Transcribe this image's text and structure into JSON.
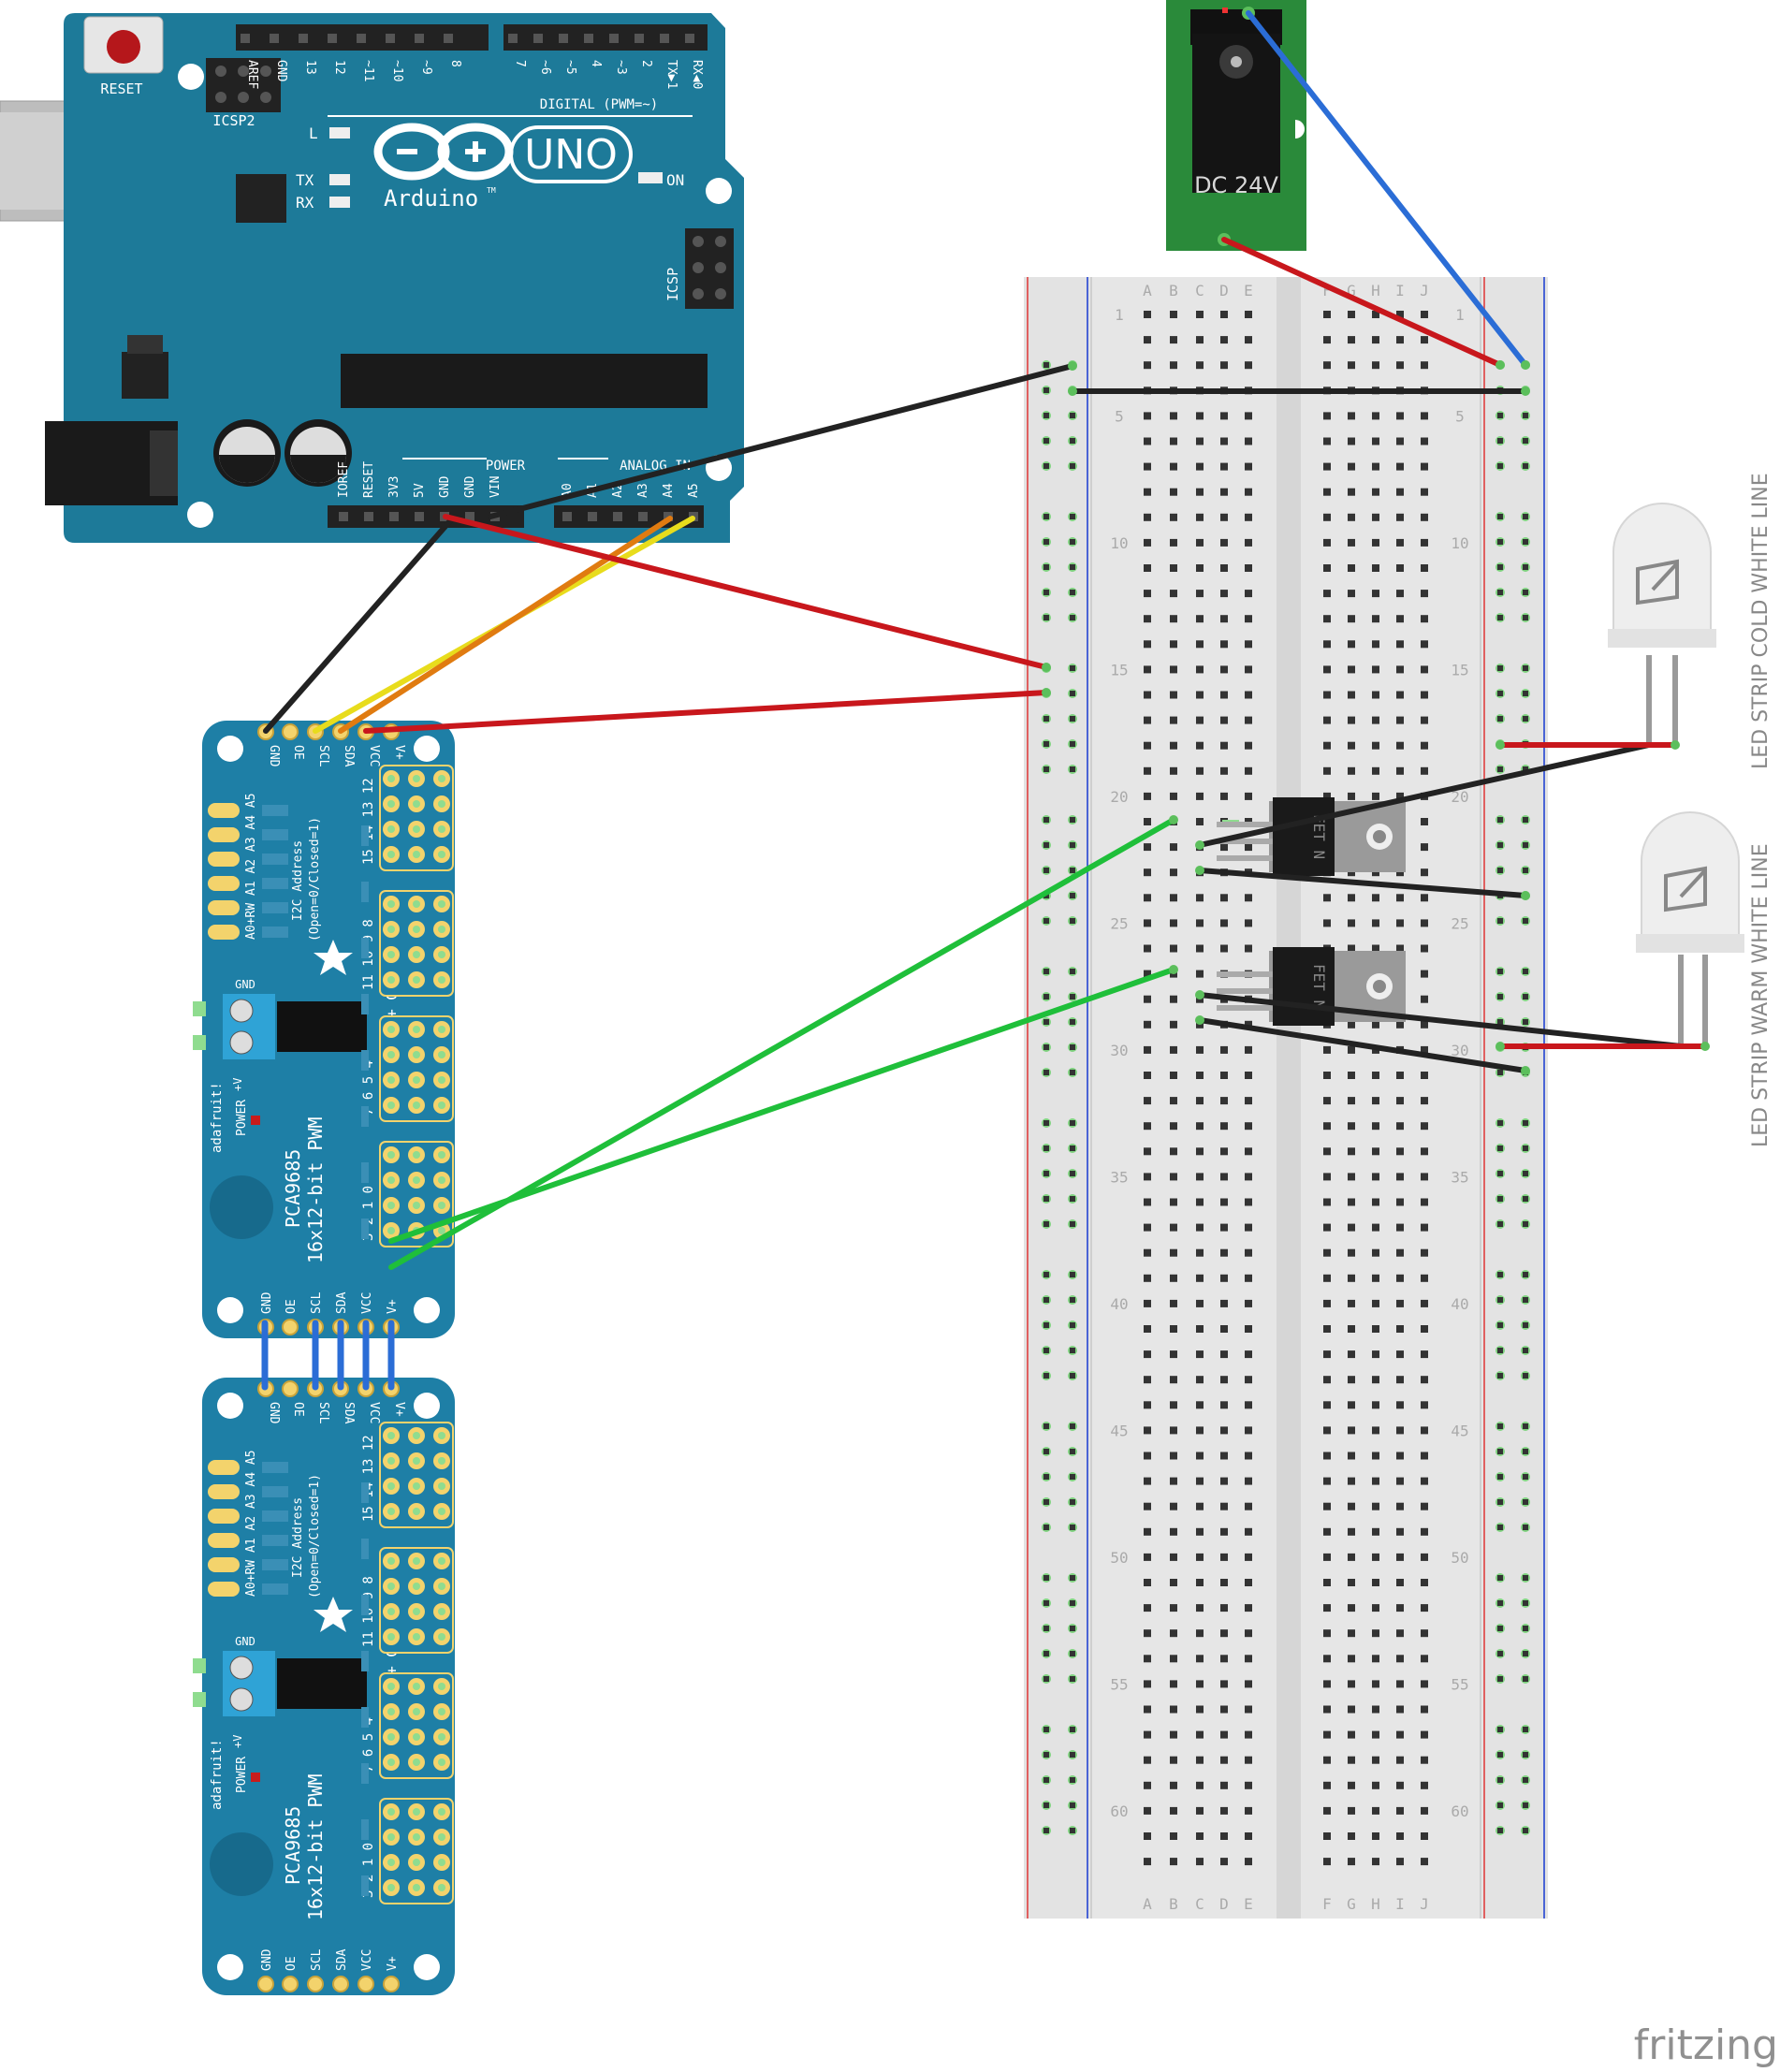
{
  "arduino": {
    "reset": "RESET",
    "icsp2": "ICSP2",
    "icsp": "ICSP",
    "brand": "Arduino",
    "tm": "TM",
    "model": "UNO",
    "on": "ON",
    "l": "L",
    "tx": "TX",
    "rx": "RX",
    "digital": "DIGITAL (PWM=~)",
    "power": "POWER",
    "analog": "ANALOG IN",
    "digital_pins": [
      "AREF",
      "GND",
      "13",
      "12",
      "~11",
      "~10",
      "~9",
      "8",
      "7",
      "~6",
      "~5",
      "4",
      "~3",
      "2",
      "TX▶1",
      "RX◀0"
    ],
    "power_pins": [
      "IOREF",
      "RESET",
      "3V3",
      "5V",
      "GND",
      "GND",
      "VIN"
    ],
    "analog_pins": [
      "A0",
      "A1",
      "A2",
      "A3",
      "A4",
      "A5"
    ]
  },
  "dc_jack": {
    "label": "DC 24V"
  },
  "breadboard": {
    "left_cols": [
      "A",
      "B",
      "C",
      "D",
      "E"
    ],
    "right_cols": [
      "F",
      "G",
      "H",
      "I",
      "J"
    ],
    "row_numbers": [
      "1",
      "5",
      "10",
      "15",
      "20",
      "25",
      "30",
      "35",
      "40",
      "45",
      "50",
      "55",
      "60"
    ]
  },
  "fets": [
    {
      "label": "FET N"
    },
    {
      "label": "FET N"
    }
  ],
  "pwm_boards": [
    {
      "top_pins": [
        "GND",
        "OE",
        "SCL",
        "SDA",
        "VCC",
        "V+"
      ],
      "bottom_pins": [
        "GND",
        "OE",
        "SCL",
        "SDA",
        "VCC",
        "V+"
      ],
      "addr_pads": [
        "A0+RW",
        "A1",
        "A2",
        "A3",
        "A4",
        "A5"
      ],
      "i2c_line1": "I2C Address",
      "i2c_line2": "(Open=0/Closed=1)",
      "title_line1": "PCA9685",
      "title_line2": "16x12-bit PWM",
      "brand": "adafruit!",
      "power": "POWER",
      "gnd": "GND",
      "plus": "+V",
      "pwm_labels": [
        "PWM",
        "V+",
        "GND"
      ],
      "channels": [
        "15",
        "14",
        "13",
        "12",
        "11",
        "10",
        "9",
        "8",
        "7",
        "6",
        "5",
        "4",
        "3",
        "2",
        "1",
        "0"
      ]
    },
    {
      "top_pins": [
        "GND",
        "OE",
        "SCL",
        "SDA",
        "VCC",
        "V+"
      ],
      "bottom_pins": [
        "GND",
        "OE",
        "SCL",
        "SDA",
        "VCC",
        "V+"
      ],
      "addr_pads": [
        "A0+RW",
        "A1",
        "A2",
        "A3",
        "A4",
        "A5"
      ],
      "i2c_line1": "I2C Address",
      "i2c_line2": "(Open=0/Closed=1)",
      "title_line1": "PCA9685",
      "title_line2": "16x12-bit PWM",
      "brand": "adafruit!",
      "power": "POWER",
      "gnd": "GND",
      "plus": "+V",
      "pwm_labels": [
        "PWM",
        "V+",
        "GND"
      ],
      "channels": [
        "15",
        "14",
        "13",
        "12",
        "11",
        "10",
        "9",
        "8",
        "7",
        "6",
        "5",
        "4",
        "3",
        "2",
        "1",
        "0"
      ]
    }
  ],
  "leds": [
    {
      "label": "LED STRIP COLD WHITE LINE"
    },
    {
      "label": "LED STRIP WARM WHITE LINE"
    }
  ],
  "watermark": "fritzing",
  "colors": {
    "board_blue": "#1d7a99",
    "pwm_blue": "#1e7fa6",
    "breadboard": "#e6e6e6",
    "wire_red": "#c8171c",
    "wire_black": "#222222",
    "wire_blue": "#2b6dd6",
    "wire_green": "#1fbf3a",
    "wire_orange": "#e07b10",
    "wire_yellow": "#e8dc1c",
    "jack_green": "#2a8a3a"
  }
}
